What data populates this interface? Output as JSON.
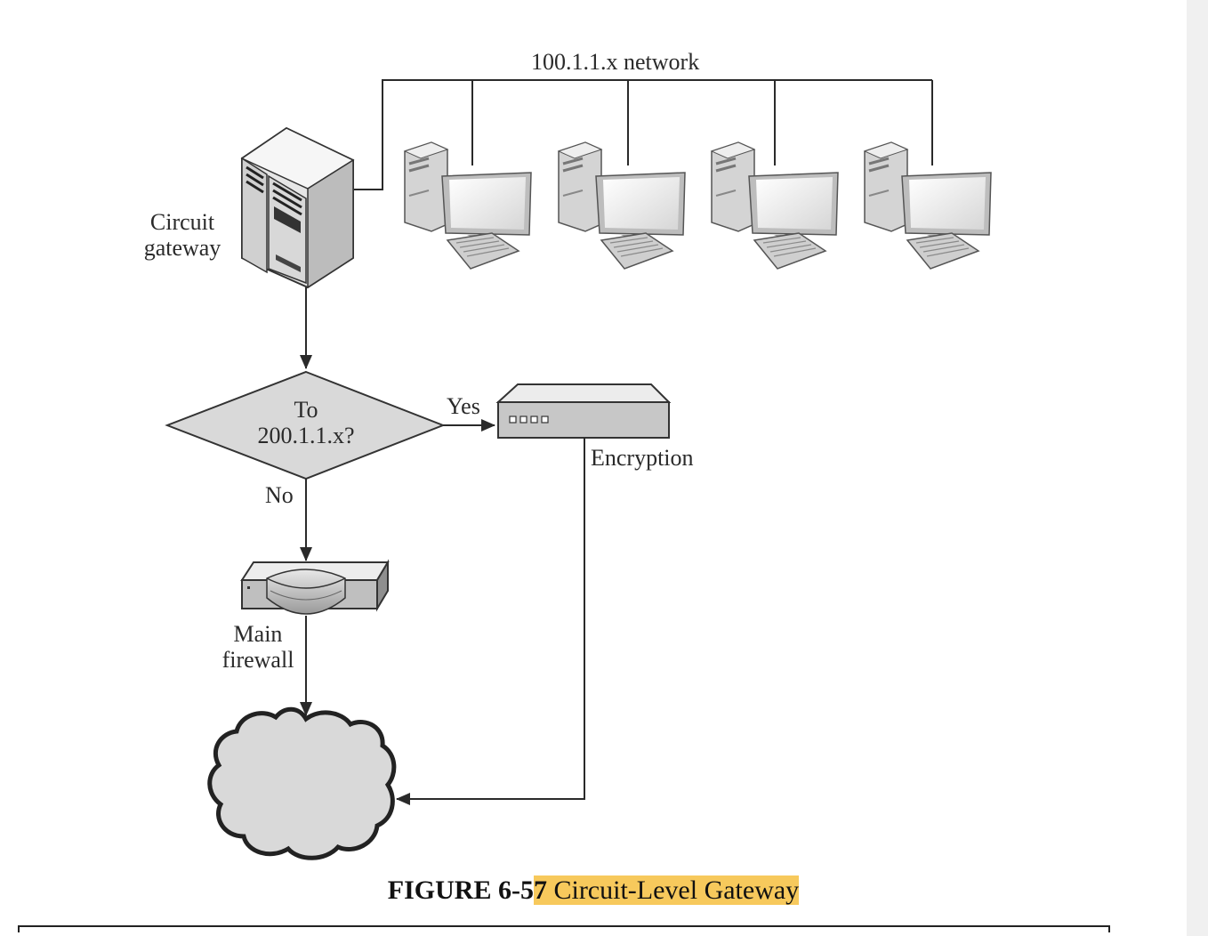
{
  "diagram": {
    "network_label": "100.1.1.x network",
    "gateway_label": [
      "Circuit",
      "gateway"
    ],
    "decision_label": [
      "To",
      "200.1.1.x?"
    ],
    "yes_label": "Yes",
    "no_label": "No",
    "encryption_label": "Encryption",
    "firewall_label": [
      "Main",
      "firewall"
    ],
    "icons": {
      "gateway": "server-tower-icon",
      "workstation": "desktop-computer-icon",
      "encryption": "encryption-appliance-icon",
      "firewall": "firewall-appliance-icon",
      "internet": "cloud-icon"
    }
  },
  "caption": {
    "number": "FIGURE 6-5",
    "number_highlighted": "7",
    "title": " Circuit-Level Gateway"
  },
  "colors": {
    "line": "#2a2a2a",
    "highlight": "#f7c95c",
    "gutter": "#f0f0f0"
  }
}
